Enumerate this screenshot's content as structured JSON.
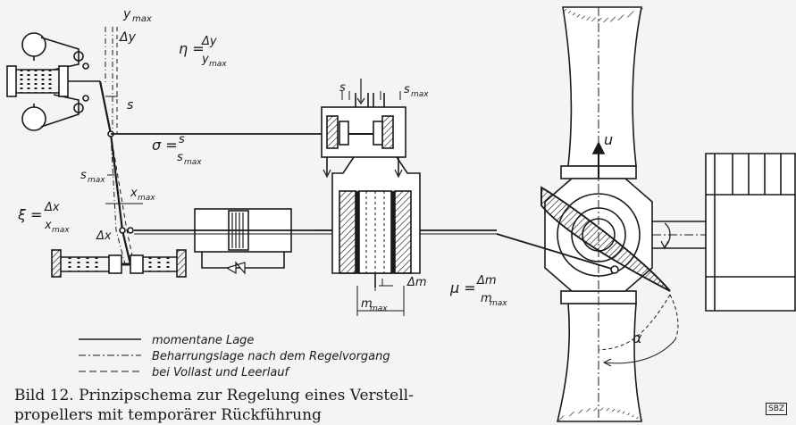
{
  "labels": {
    "y_max": "y",
    "y_max_sub": "max",
    "dy": "Δy",
    "eta_sym": "η =",
    "eta_num": "Δy",
    "eta_den": "y",
    "eta_den_sub": "max",
    "s_left": "s",
    "sigma_sym": "σ =",
    "sigma_num": "s",
    "sigma_den": "s",
    "sigma_den_sub": "max",
    "s_max_left": "s",
    "s_max_left_sub": "max",
    "x_max": "x",
    "x_max_sub": "max",
    "xi_sym": "ξ =",
    "xi_num": "Δx",
    "xi_den": "x",
    "xi_den_sub": "max",
    "dx": "Δx",
    "s_top": "s",
    "s_max_top": "s",
    "s_max_top_sub": "max",
    "dm": "Δm",
    "m_max": "m",
    "m_max_sub": "max",
    "mu_sym": "μ =",
    "mu_num": "Δm",
    "mu_den": "m",
    "mu_den_sub": "max",
    "u": "u",
    "alpha": "α"
  },
  "legend": {
    "solid": "momentane Lage",
    "dashdot": "Beharrungslage nach dem Regelvorgang",
    "dashed": "bei Vollast und Leerlauf"
  },
  "caption": {
    "line1": "Bild 12.  Prinzipschema zur Regelung eines Verstell-",
    "line2": "propellers mit temporärer Rückführung"
  },
  "badge": "SBZ"
}
